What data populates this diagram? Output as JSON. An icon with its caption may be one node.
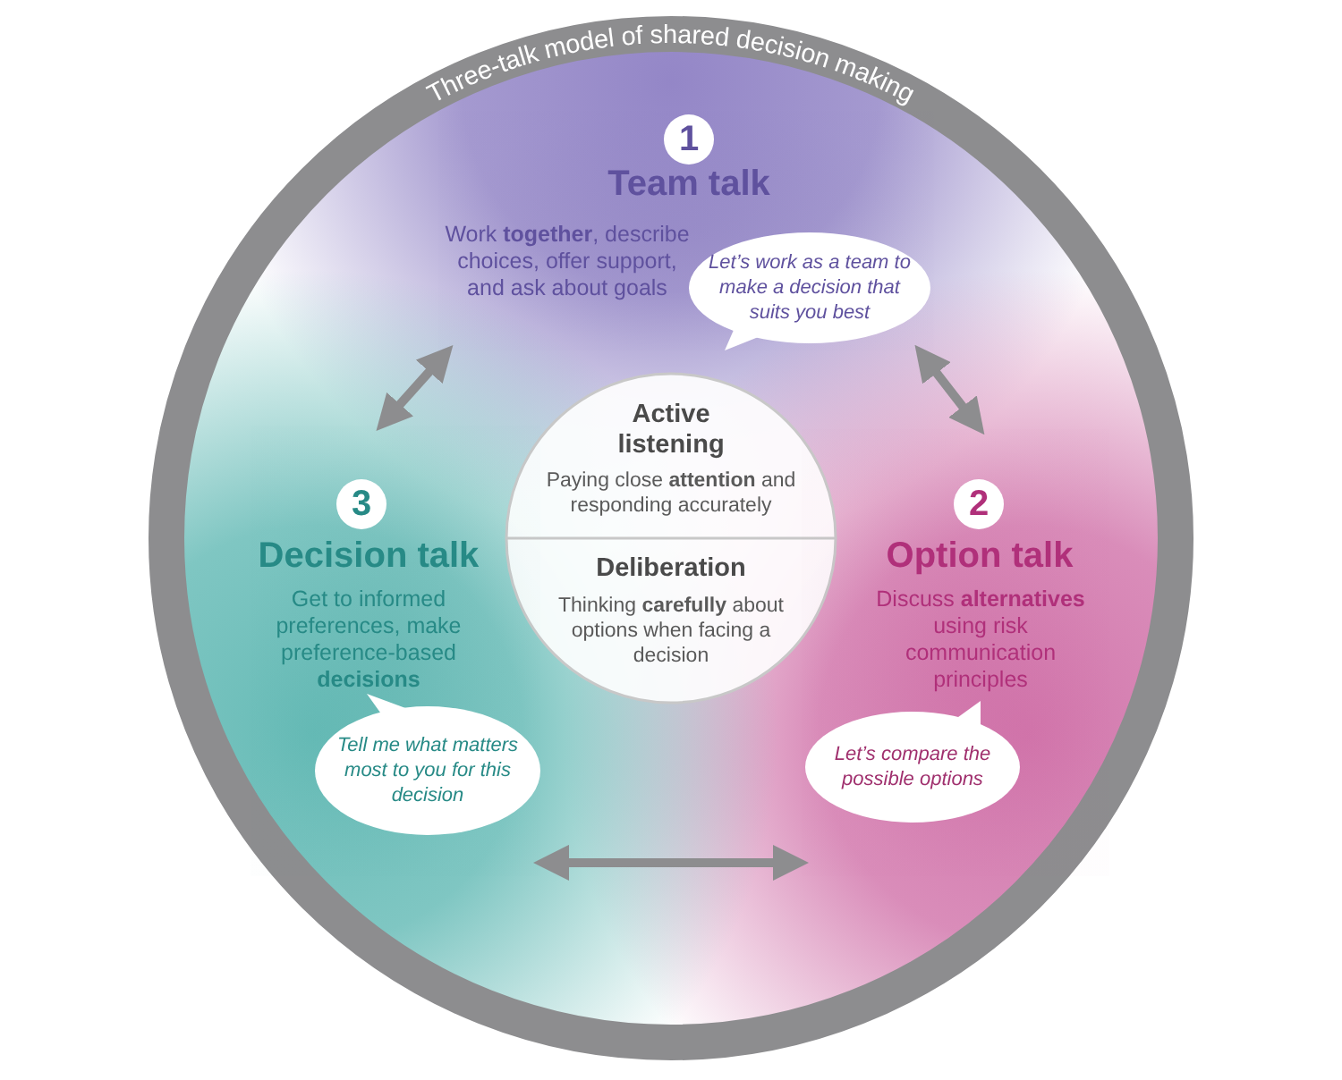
{
  "diagram": {
    "nodes": [
      {
        "text": [
          "Three-talk model of shared decision making"
        ]
      },
      {
        "text": [
          "1",
          "Team talk",
          "Work **together**, describe choices, offer support, and ask about goals"
        ],
        "in": 0
      },
      {
        "text": [
          "Let’s work as a team to make a decision that suits you best"
        ],
        "in": 1
      },
      {
        "text": [
          "2",
          "Option talk",
          "Discuss **alternatives** using risk communication principles"
        ],
        "in": 0
      },
      {
        "text": [
          "Let’s compare the possible options"
        ],
        "in": 3
      },
      {
        "text": [
          "3",
          "Decision talk",
          "Get to informed preferences, make preference-based **decisions**"
        ],
        "in": 0
      },
      {
        "text": [
          "Tell me what matters most to you for this decision"
        ],
        "in": 5
      },
      {
        "text": [
          "Active listening",
          "Paying close **attention** and responding accurately"
        ],
        "in": 0
      },
      {
        "text": [
          "Deliberation",
          "Thinking **carefully** about options when facing a decision"
        ],
        "in": 0
      }
    ],
    "edges": [
      {
        "from": 1,
        "to": 5,
        "arrow": "both"
      },
      {
        "from": 1,
        "to": 3,
        "arrow": "both"
      },
      {
        "from": 5,
        "to": 3,
        "arrow": "both"
      }
    ]
  }
}
